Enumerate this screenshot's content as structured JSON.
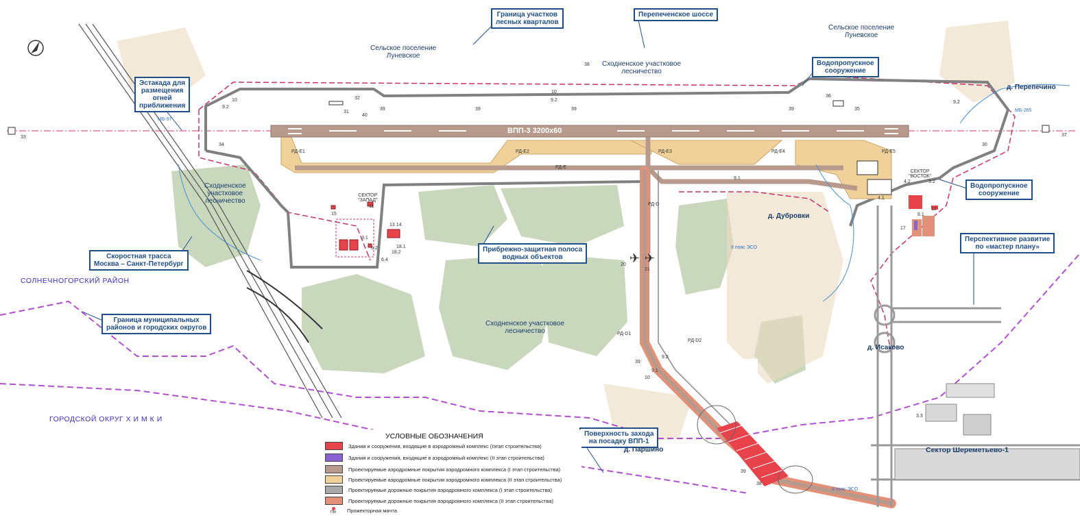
{
  "colors": {
    "background": "#ffffff",
    "forest": "#c9d8bd",
    "stage1_buildings": "#e8424b",
    "stage2_buildings": "#8a63d2",
    "airfield_stage1": "#b89a8c",
    "airfield_stage2": "#f0d19a",
    "road_stage1": "#a9a9a9",
    "road_stage2": "#e39079",
    "boundary_dashed": "#c8326e",
    "district_border": "#b04fd1",
    "callout_border": "#1f4e8c",
    "text_blue": "#3a2fd0"
  },
  "runway": {
    "label": "ВПП-3 3200х60"
  },
  "callouts": {
    "estakada": "Эстакада для\nразмещения\nогней\nприближения",
    "forest_border": "Граница участков\nлесных кварталов",
    "perepechen_highway": "Перепеченское шоссе",
    "water_structure_n": "Водопропускное\nсооружение",
    "water_structure_e": "Водопропускное\nсооружение",
    "water_protection": "Прибрежно-защитная полоса\nводных объектов",
    "expressway": "Скоростная трасса\nМосква – Санкт-Петербург",
    "municipal_border": "Граница муниципальных\nрайонов и городских округов",
    "perspective": "Перспективное развитие\nпо «мастер плану»",
    "approach_surface": "Поверхность захода\nна посадку ВПП-1"
  },
  "map_labels": {
    "lunevskoe_w": "Сельское поселение\nЛуневское",
    "lunevskoe_e": "Сельское поселение\nЛуневское",
    "forestry_n": "Сходненское участковое\nлесничество",
    "forestry_w": "Сходненское\nучастковое\nлесничество",
    "forestry_c": "Сходненское участковое\nлесничество"
  },
  "villages": {
    "perepechino": "д. Перепечино",
    "dubrovki": "д. Дубровки",
    "isakovo": "д. Исаково",
    "parshino": "д. Паршино",
    "sheremetyevo1": "Сектор Шереметьево-1"
  },
  "districts": {
    "solnechnogorsk": "СОЛНЕЧНОГОРСКИЙ РАЙОН",
    "khimki": "ГОРОДСКОЙ ОКРУГ Х И М К И"
  },
  "small_labels": {
    "sector_west": "СЕКТОР\n\"ЗАПАД\"",
    "sector_east": "СЕКТОР\n\"ВОСТОК\"",
    "rd_e1": "РД-Е1",
    "rd_e2": "РД-Е2",
    "rd_e3": "РД-Е3",
    "rd_e4": "РД-Е4",
    "rd_e5": "РД-Е5",
    "rd_e": "РД-Е",
    "rd_d": "РД-D",
    "rd_d1": "РД-D1",
    "rd_d2": "РД-D2",
    "n9_2a": "9.2",
    "n10a": "10",
    "n31": "31",
    "n32": "32",
    "n40a": "40",
    "n39a": "39",
    "n38": "38",
    "n10b": "10",
    "n9_2b": "9.2",
    "n39b": "39",
    "n39c": "39",
    "n39d": "39",
    "n36": "36",
    "n35": "35",
    "n9_2c": "9.2",
    "n33": "33",
    "n34": "34",
    "n30": "30",
    "n37": "37",
    "n9_1": "9.1",
    "n4_2": "4.2",
    "n3_2": "3.2",
    "n4_1": "4.1",
    "n15": "15",
    "n11": "11",
    "n13_14": "13 14",
    "n3_1": "3.1",
    "n6_2": "6.2",
    "n18_1": "18.1",
    "n18_2": "18.2",
    "n6_4": "6.4",
    "n20": "20",
    "n21": "21",
    "n12": "12",
    "n6_1": "6.1",
    "n17": "17",
    "n3_3": "3.3",
    "n39e": "39",
    "n38b": "38",
    "n9_2d": "9.2",
    "n10c": "10",
    "n39f": "39",
    "n9_1b": "9.1",
    "zone_eso_1": "II пояс ЭСО",
    "zone_eso_2": "II пояс ЭСО",
    "mb1": "МБ-97",
    "mb2": "МБ-265"
  },
  "legend": {
    "title": "УСЛОВНЫЕ ОБОЗНАЧЕНИЯ",
    "items": [
      {
        "label": "Здания и сооружения, входящие в аэродромный комплекс (Iэтап строительства)",
        "color": "#e8424b"
      },
      {
        "label": "Здания и сооружения, входящие в аэродромный комплекс (II этап строительства)",
        "color": "#8a63d2"
      },
      {
        "label": "Проектируемые аэродромные покрытия аэродромного комплекса (I этап строительства)",
        "color": "#b89a8c"
      },
      {
        "label": "Проектируемые аэродромные покрытия аэродромного комплекса (II этап строительства)",
        "color": "#f0d19a"
      },
      {
        "label": "Проектируемые дорожные покрытия аэродромного комплекса (I этап строительства)",
        "color": "#a9a9a9"
      },
      {
        "label": "Проектируемые дорожные покрытия аэродромного комплекса (II этап строительства)",
        "color": "#e39079"
      }
    ],
    "mast_label": "Прожекторная мачта",
    "mast_code": "ПМ"
  }
}
